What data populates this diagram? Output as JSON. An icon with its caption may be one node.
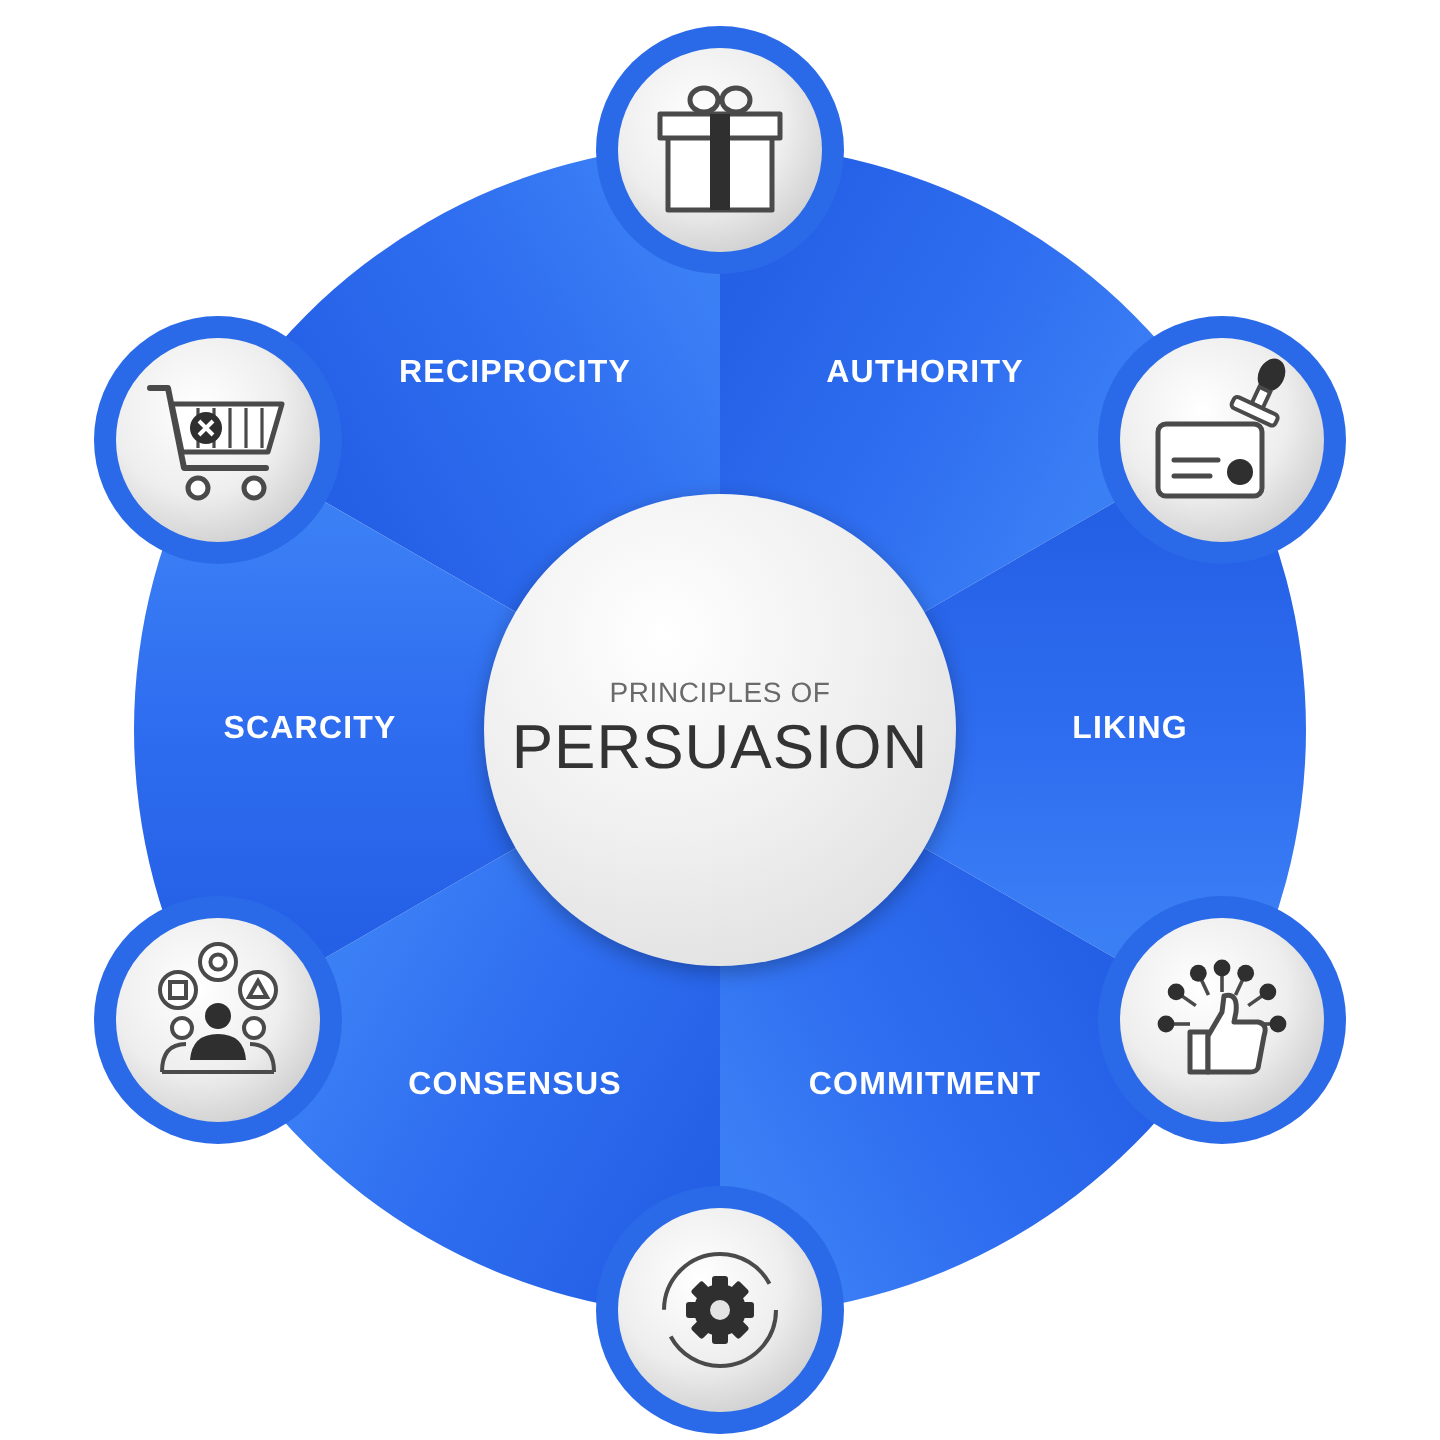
{
  "diagram": {
    "nodes": [
      {
        "text": [
          "PRINCIPLES OF",
          "PERSUASION"
        ]
      },
      {
        "text": [
          "RECIPROCITY"
        ]
      },
      {
        "text": [
          "AUTHORITY"
        ]
      },
      {
        "text": [
          "LIKING"
        ]
      },
      {
        "text": [
          "COMMITMENT"
        ]
      },
      {
        "text": [
          "CONSENSUS"
        ]
      },
      {
        "text": [
          "SCARCITY"
        ]
      }
    ]
  }
}
